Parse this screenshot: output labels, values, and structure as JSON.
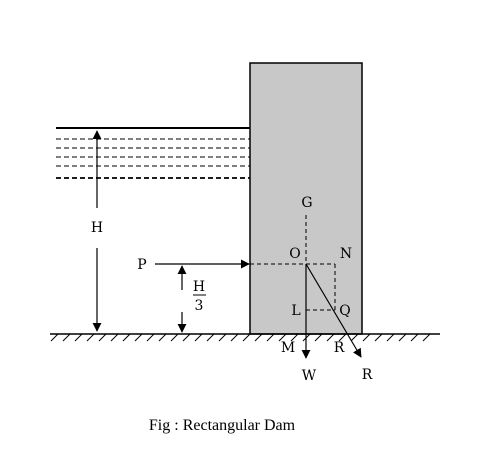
{
  "diagram": {
    "caption": "Fig : Rectangular Dam",
    "labels": {
      "H": "H",
      "P": "P",
      "H_frac_num": "H",
      "H_frac_den": "3",
      "G": "G",
      "O": "O",
      "N": "N",
      "L": "L",
      "Q": "Q",
      "M": "M",
      "R_base": "R",
      "W": "W",
      "R_end": "R"
    },
    "colors": {
      "dam_fill": "#c8c8c8",
      "stroke": "#000000"
    }
  }
}
